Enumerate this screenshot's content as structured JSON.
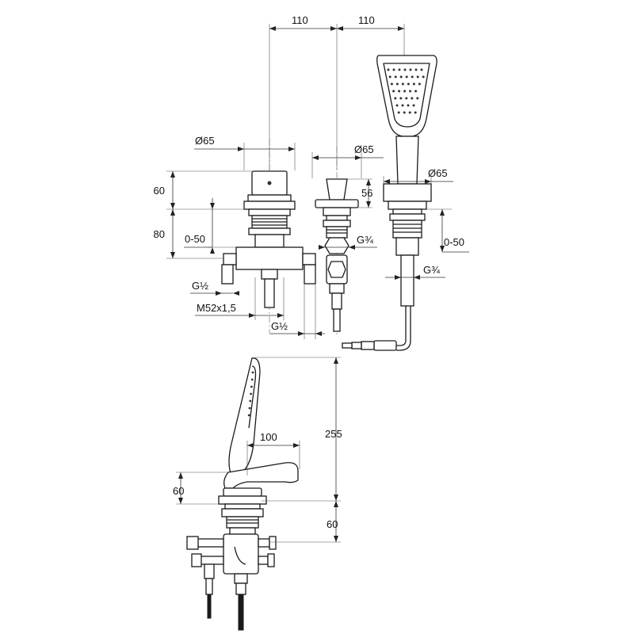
{
  "dimensions": {
    "spacing_left": "110",
    "spacing_right": "110",
    "dia_mixer": "Ø65",
    "dia_diverter": "Ø65",
    "dia_hand_holder": "Ø65",
    "mixer_height": "60",
    "diverter_height": "56",
    "mixer_body_depth": "80",
    "mixer_deck_range": "0-50",
    "holder_deck_range": "0-50",
    "diverter_thread": "G¾",
    "holder_thread": "G¾",
    "inlet_left_thread": "G½",
    "mixer_base_thread": "M52x1,5",
    "inlet_right_thread": "G½",
    "side_total_height": "255",
    "side_spout_reach": "100",
    "side_lever_height": "60",
    "side_below_deck": "60"
  }
}
